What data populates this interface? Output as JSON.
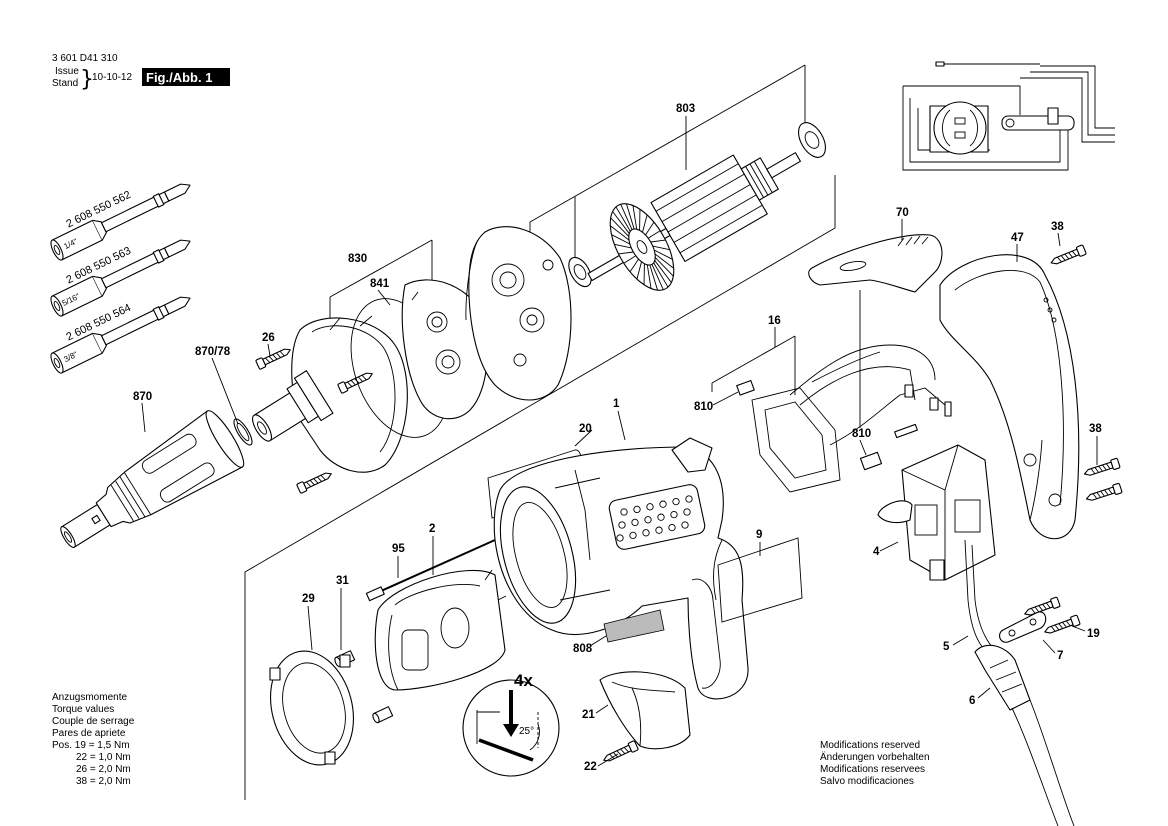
{
  "header": {
    "doc_number": "3 601 D41 310",
    "issue_label": "Issue",
    "stand_label": "Stand",
    "brace": "}",
    "date": "10-10-12",
    "figure_label": "Fig./Abb. 1"
  },
  "bits": [
    {
      "part_number": "2 608 550 562",
      "size": "1/4\""
    },
    {
      "part_number": "2 608 550 563",
      "size": "5/16\""
    },
    {
      "part_number": "2 608 550 564",
      "size": "3/8\""
    }
  ],
  "callouts": [
    "803",
    "830",
    "841",
    "26",
    "870/78",
    "870",
    "70",
    "38",
    "47",
    "16",
    "810",
    "810",
    "1",
    "20",
    "38",
    "4",
    "9",
    "95",
    "2",
    "31",
    "29",
    "808",
    "21",
    "22",
    "5",
    "7",
    "19",
    "6"
  ],
  "inset": {
    "multiplier": "4x",
    "angle": "25°"
  },
  "torque": {
    "title_de": "Anzugsmomente",
    "title_en": "Torque values",
    "title_fr": "Couple de serrage",
    "title_es": "Pares de apriete",
    "rows": [
      "Pos. 19 = 1,5 Nm",
      "22 = 1,0 Nm",
      "26 = 2,0 Nm",
      "38 = 2,0 Nm"
    ]
  },
  "modifications": [
    "Modifications reserved",
    "Änderungen vorbehalten",
    "Modifications reservees",
    "Salvo modificaciones"
  ],
  "colors": {
    "line": "#000000",
    "background": "#ffffff",
    "figure_box": "#000000"
  }
}
